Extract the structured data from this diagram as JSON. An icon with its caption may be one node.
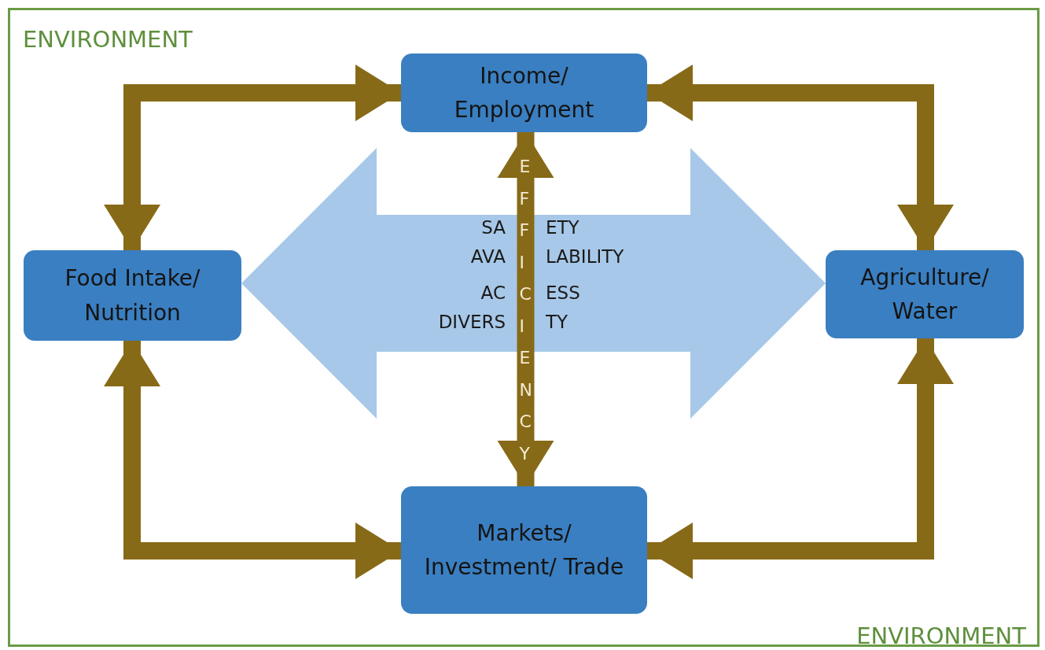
{
  "diagram": {
    "nodes": [
      {
        "text": [
          "ENVIRONMENT",
          "ENVIRONMENT"
        ]
      },
      {
        "text": [
          "Income/ Employment"
        ],
        "in": 0
      },
      {
        "text": [
          "Food Intake/ Nutrition"
        ],
        "in": 0
      },
      {
        "text": [
          "Agriculture/ Water"
        ],
        "in": 0
      },
      {
        "text": [
          "Markets/ Investment/ Trade"
        ],
        "in": 0
      }
    ],
    "edges": [
      {
        "from": 1,
        "to": 2,
        "arrow": "both"
      },
      {
        "from": 1,
        "to": 3,
        "arrow": "both"
      },
      {
        "from": 2,
        "to": 4,
        "arrow": "both"
      },
      {
        "from": 3,
        "to": 4,
        "arrow": "both"
      },
      {
        "from": 1,
        "to": 4,
        "arrow": "both",
        "label": "EFFICIENCY"
      },
      {
        "from": 2,
        "to": 3,
        "arrow": "both",
        "style": "thick",
        "color": "#a7c8e8"
      }
    ],
    "labels": [
      "SA",
      "ETY",
      "AVA",
      "LABILITY",
      "AC",
      "ESS",
      "DIVERS",
      "TY"
    ]
  }
}
